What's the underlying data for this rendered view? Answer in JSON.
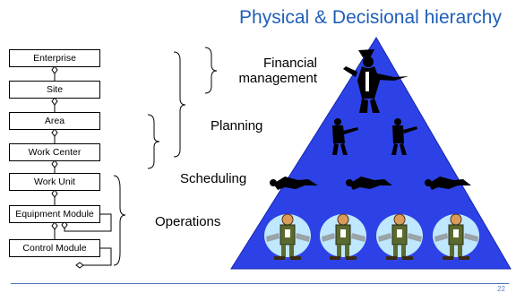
{
  "title": "Physical & Decisional hierarchy",
  "boxes": [
    "Enterprise",
    "Site",
    "Area",
    "Work Center",
    "Work Unit",
    "Equipment Module",
    "Control Module"
  ],
  "levels": {
    "financial": [
      "Financial",
      "management"
    ],
    "planning": "Planning",
    "scheduling": "Scheduling",
    "operations": "Operations"
  },
  "page_number": "22",
  "colors": {
    "title": "#1f5fb8",
    "pyramid": "#2d42e6",
    "footer_line": "#4b73b6"
  }
}
